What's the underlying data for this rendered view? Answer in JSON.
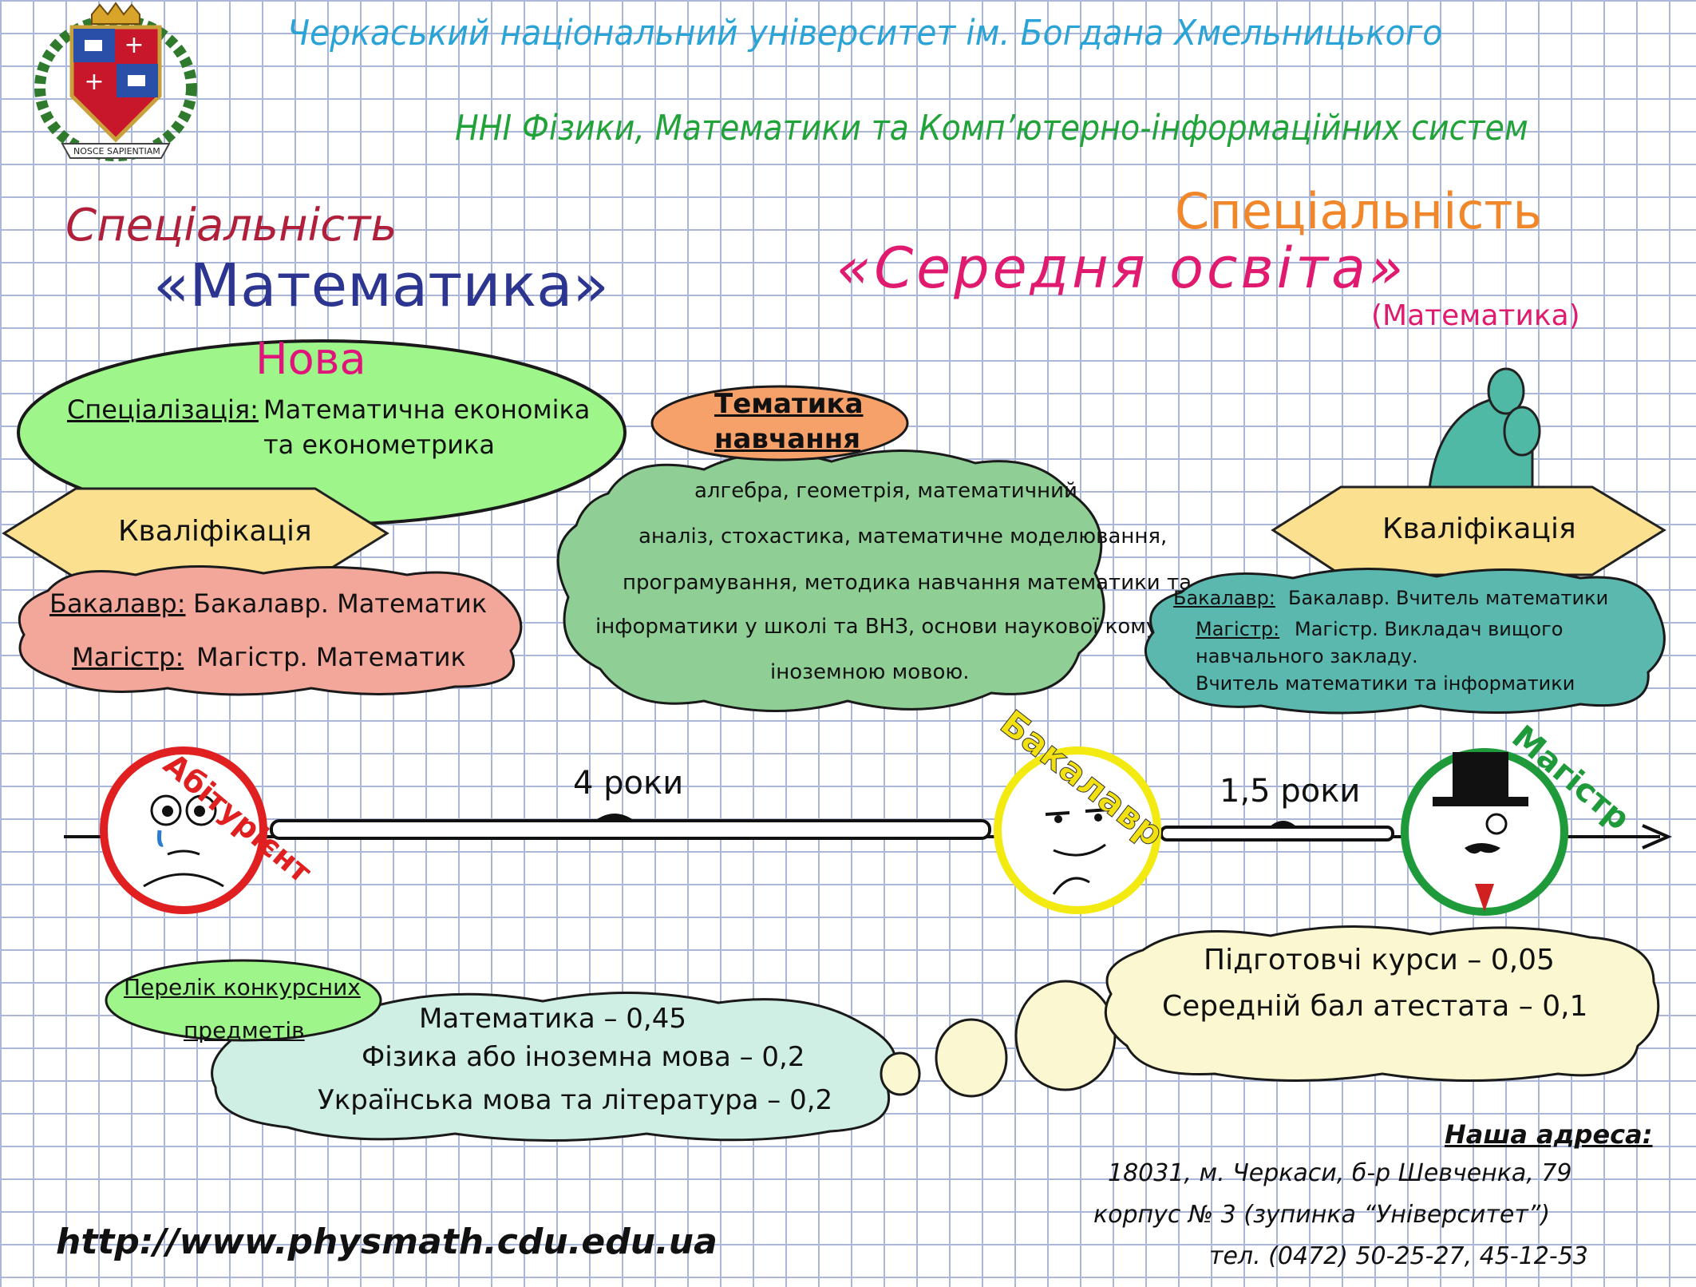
{
  "header": {
    "university": "Черкаський національний університет ім. Богдана Хмельницького",
    "institute": "ННІ Фізики, Математики та Комп’ютерно-інформаційних систем",
    "crest_motto": "NOSCE SAPIENTIAM"
  },
  "left_specialty": {
    "label": "Спеціальність",
    "name": "«Математика»"
  },
  "right_specialty": {
    "label": "Спеціальність",
    "name": "«Середня освіта»",
    "sub": "(Математика)"
  },
  "new_bubble": {
    "title": "Нова",
    "spec_label": "Спеціалізація:",
    "spec_line1": "Математична економіка",
    "spec_line2": "та економетрика"
  },
  "left_qualification": {
    "title": "Кваліфікація",
    "bachelor_label": "Бакалавр:",
    "bachelor_value": "Бакалавр. Математик",
    "master_label": "Магістр:",
    "master_value": "Магістр. Математик"
  },
  "topics": {
    "title_line1": "Тематика",
    "title_line2": "навчання",
    "lines": [
      "алгебра, геометрія, математичний",
      "аналіз, стохастика, математичне моделювання,",
      "програмування, методика навчання математики та",
      "інформатики у школі та ВНЗ, основи наукової комунікації",
      "іноземною мовою."
    ]
  },
  "right_qualification": {
    "title": "Кваліфікація",
    "bachelor_label": "Бакалавр:",
    "bachelor_value": "Бакалавр. Вчитель математики",
    "master_label": "Магістр:",
    "master_value": "Магістр. Викладач вищого",
    "master_line2": "навчального закладу.",
    "master_line3": "Вчитель математики та інформатики"
  },
  "timeline": {
    "applicant": "Абітурієнт",
    "bachelor": "Бакалавр",
    "master": "Магістр",
    "span1": "4 роки",
    "span2": "1,5 роки"
  },
  "subjects": {
    "title_line1": "Перелік конкурсних",
    "title_line2": "предметів",
    "items": [
      "Математика – 0,45",
      "Фізика або іноземна мова – 0,2",
      "Українська мова та література – 0,2"
    ]
  },
  "extras": {
    "items": [
      "Підготовчі курси – 0,05",
      "Середній бал атестата – 0,1"
    ]
  },
  "address": {
    "title": "Наша адреса:",
    "line1": "18031, м. Черкаси, б-р Шевченка, 79",
    "line2": "корпус № 3 (зупинка “Університет”)",
    "line3": "тел. (0472) 50-25-27, 45-12-53"
  },
  "website": "http://www.physmath.cdu.edu.ua",
  "colors": {
    "university": "#2aa3d6",
    "institute": "#22a33a",
    "left_specialty_label": "#b0203a",
    "left_specialty_name": "#2c3590",
    "right_specialty_label": "#f0872a",
    "right_specialty_name": "#e01a6e",
    "new_title": "#e0147a",
    "green_bubble": "#9ef58a",
    "yellow_hex": "#fbe08f",
    "salmon_cloud": "#f3a79a",
    "topics_cloud": "#8fcf95",
    "topics_title": "#f6a06a",
    "teal_cloud": "#5ab8ae",
    "teal_hat": "#4fb9a6",
    "subjects_cloud": "#cfeee4",
    "extras_cloud": "#fbf7d0",
    "applicant_ring": "#e02020",
    "bachelor_ring": "#f2ea10",
    "master_ring": "#1e9a3a"
  }
}
